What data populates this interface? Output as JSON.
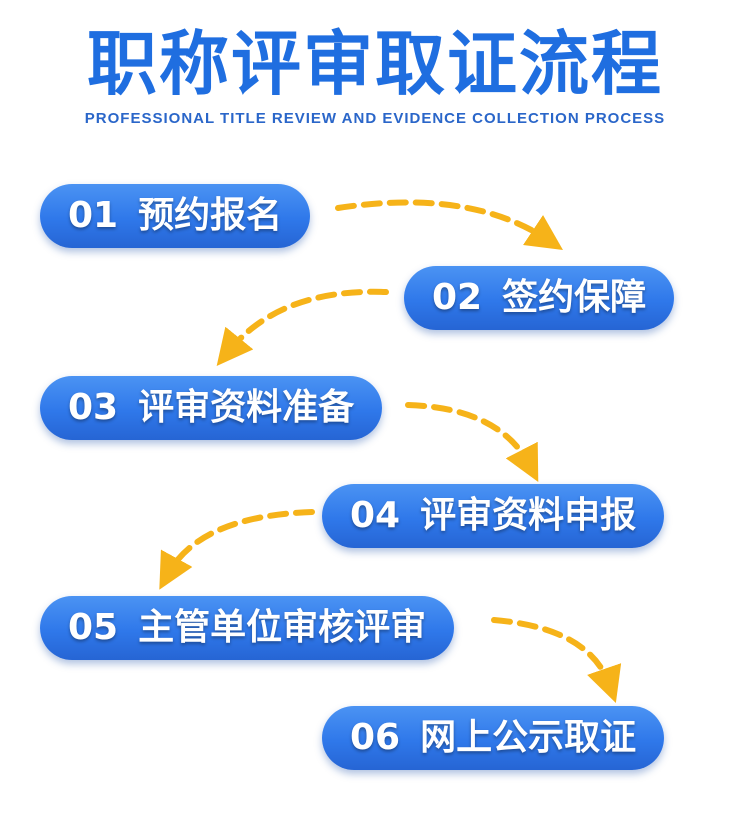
{
  "header": {
    "title": "职称评审取证流程",
    "subtitle": "PROFESSIONAL TITLE REVIEW AND EVIDENCE COLLECTION PROCESS"
  },
  "steps": [
    {
      "num": "01",
      "label": "预约报名"
    },
    {
      "num": "02",
      "label": "签约保障"
    },
    {
      "num": "03",
      "label": "评审资料准备"
    },
    {
      "num": "04",
      "label": "评审资料申报"
    },
    {
      "num": "05",
      "label": "主管单位审核评审"
    },
    {
      "num": "06",
      "label": "网上公示取证"
    }
  ],
  "colors": {
    "title": "#1f6ee0",
    "pill": "#2f78ea",
    "arrow": "#f6b319"
  }
}
